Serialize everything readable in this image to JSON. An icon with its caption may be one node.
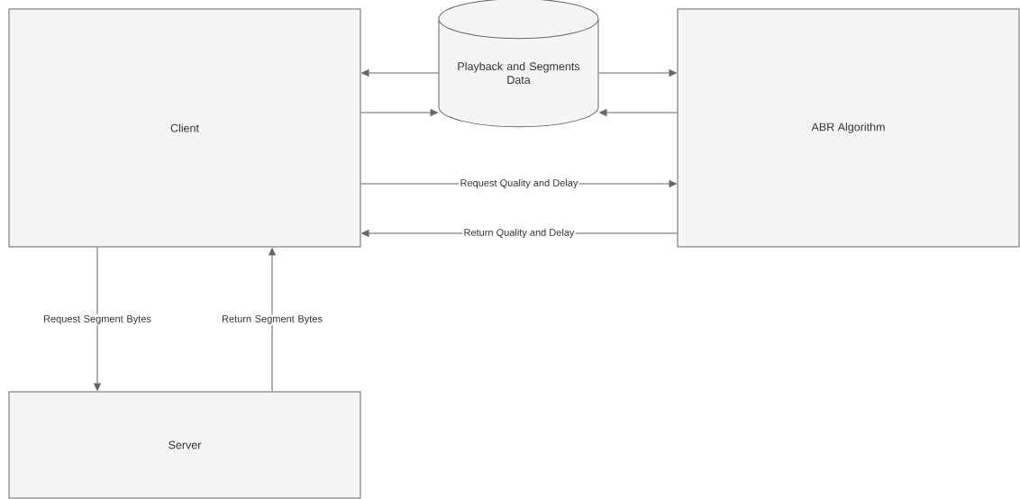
{
  "diagram": {
    "nodes": [
      {
        "text": [
          "Client"
        ]
      },
      {
        "text": [
          "Playback and Segments Data"
        ]
      },
      {
        "text": [
          "ABR Algorithm"
        ]
      },
      {
        "text": [
          "Server"
        ]
      }
    ],
    "edges": [
      {
        "from": 1,
        "to": 0,
        "arrow": "to"
      },
      {
        "from": 0,
        "to": 1,
        "arrow": "to"
      },
      {
        "from": 1,
        "to": 2,
        "arrow": "to"
      },
      {
        "from": 2,
        "to": 1,
        "arrow": "to"
      },
      {
        "from": 0,
        "to": 2,
        "arrow": "to",
        "label": "Request Quality and Delay"
      },
      {
        "from": 2,
        "to": 0,
        "arrow": "to",
        "label": "Return Quality and Delay"
      },
      {
        "from": 0,
        "to": 3,
        "arrow": "to",
        "label": "Request Segment Bytes"
      },
      {
        "from": 3,
        "to": 0,
        "arrow": "to",
        "label": "Return Segment Bytes"
      }
    ]
  }
}
